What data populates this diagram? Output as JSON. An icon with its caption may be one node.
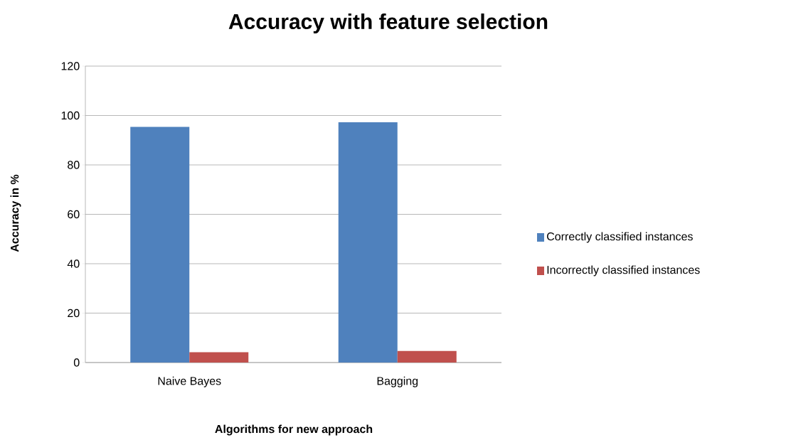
{
  "diagram": {
    "chart_data": {
      "type": "bar",
      "title": "Accuracy with feature selection",
      "xlabel": "Algorithms for new approach",
      "ylabel": "Accuracy in %",
      "categories": [
        "Naive Bayes",
        "Bagging"
      ],
      "series": [
        {
          "name": "Correctly classified instances",
          "color": "#4f81bd",
          "values": [
            95.4,
            97.3
          ]
        },
        {
          "name": "Incorrectly classified instances",
          "color": "#c0504d",
          "values": [
            4.2,
            4.7
          ]
        }
      ],
      "grid": true,
      "legend": true,
      "ylim": [
        0,
        120
      ],
      "yticks": [
        0,
        20,
        40,
        60,
        80,
        100,
        120
      ]
    }
  }
}
